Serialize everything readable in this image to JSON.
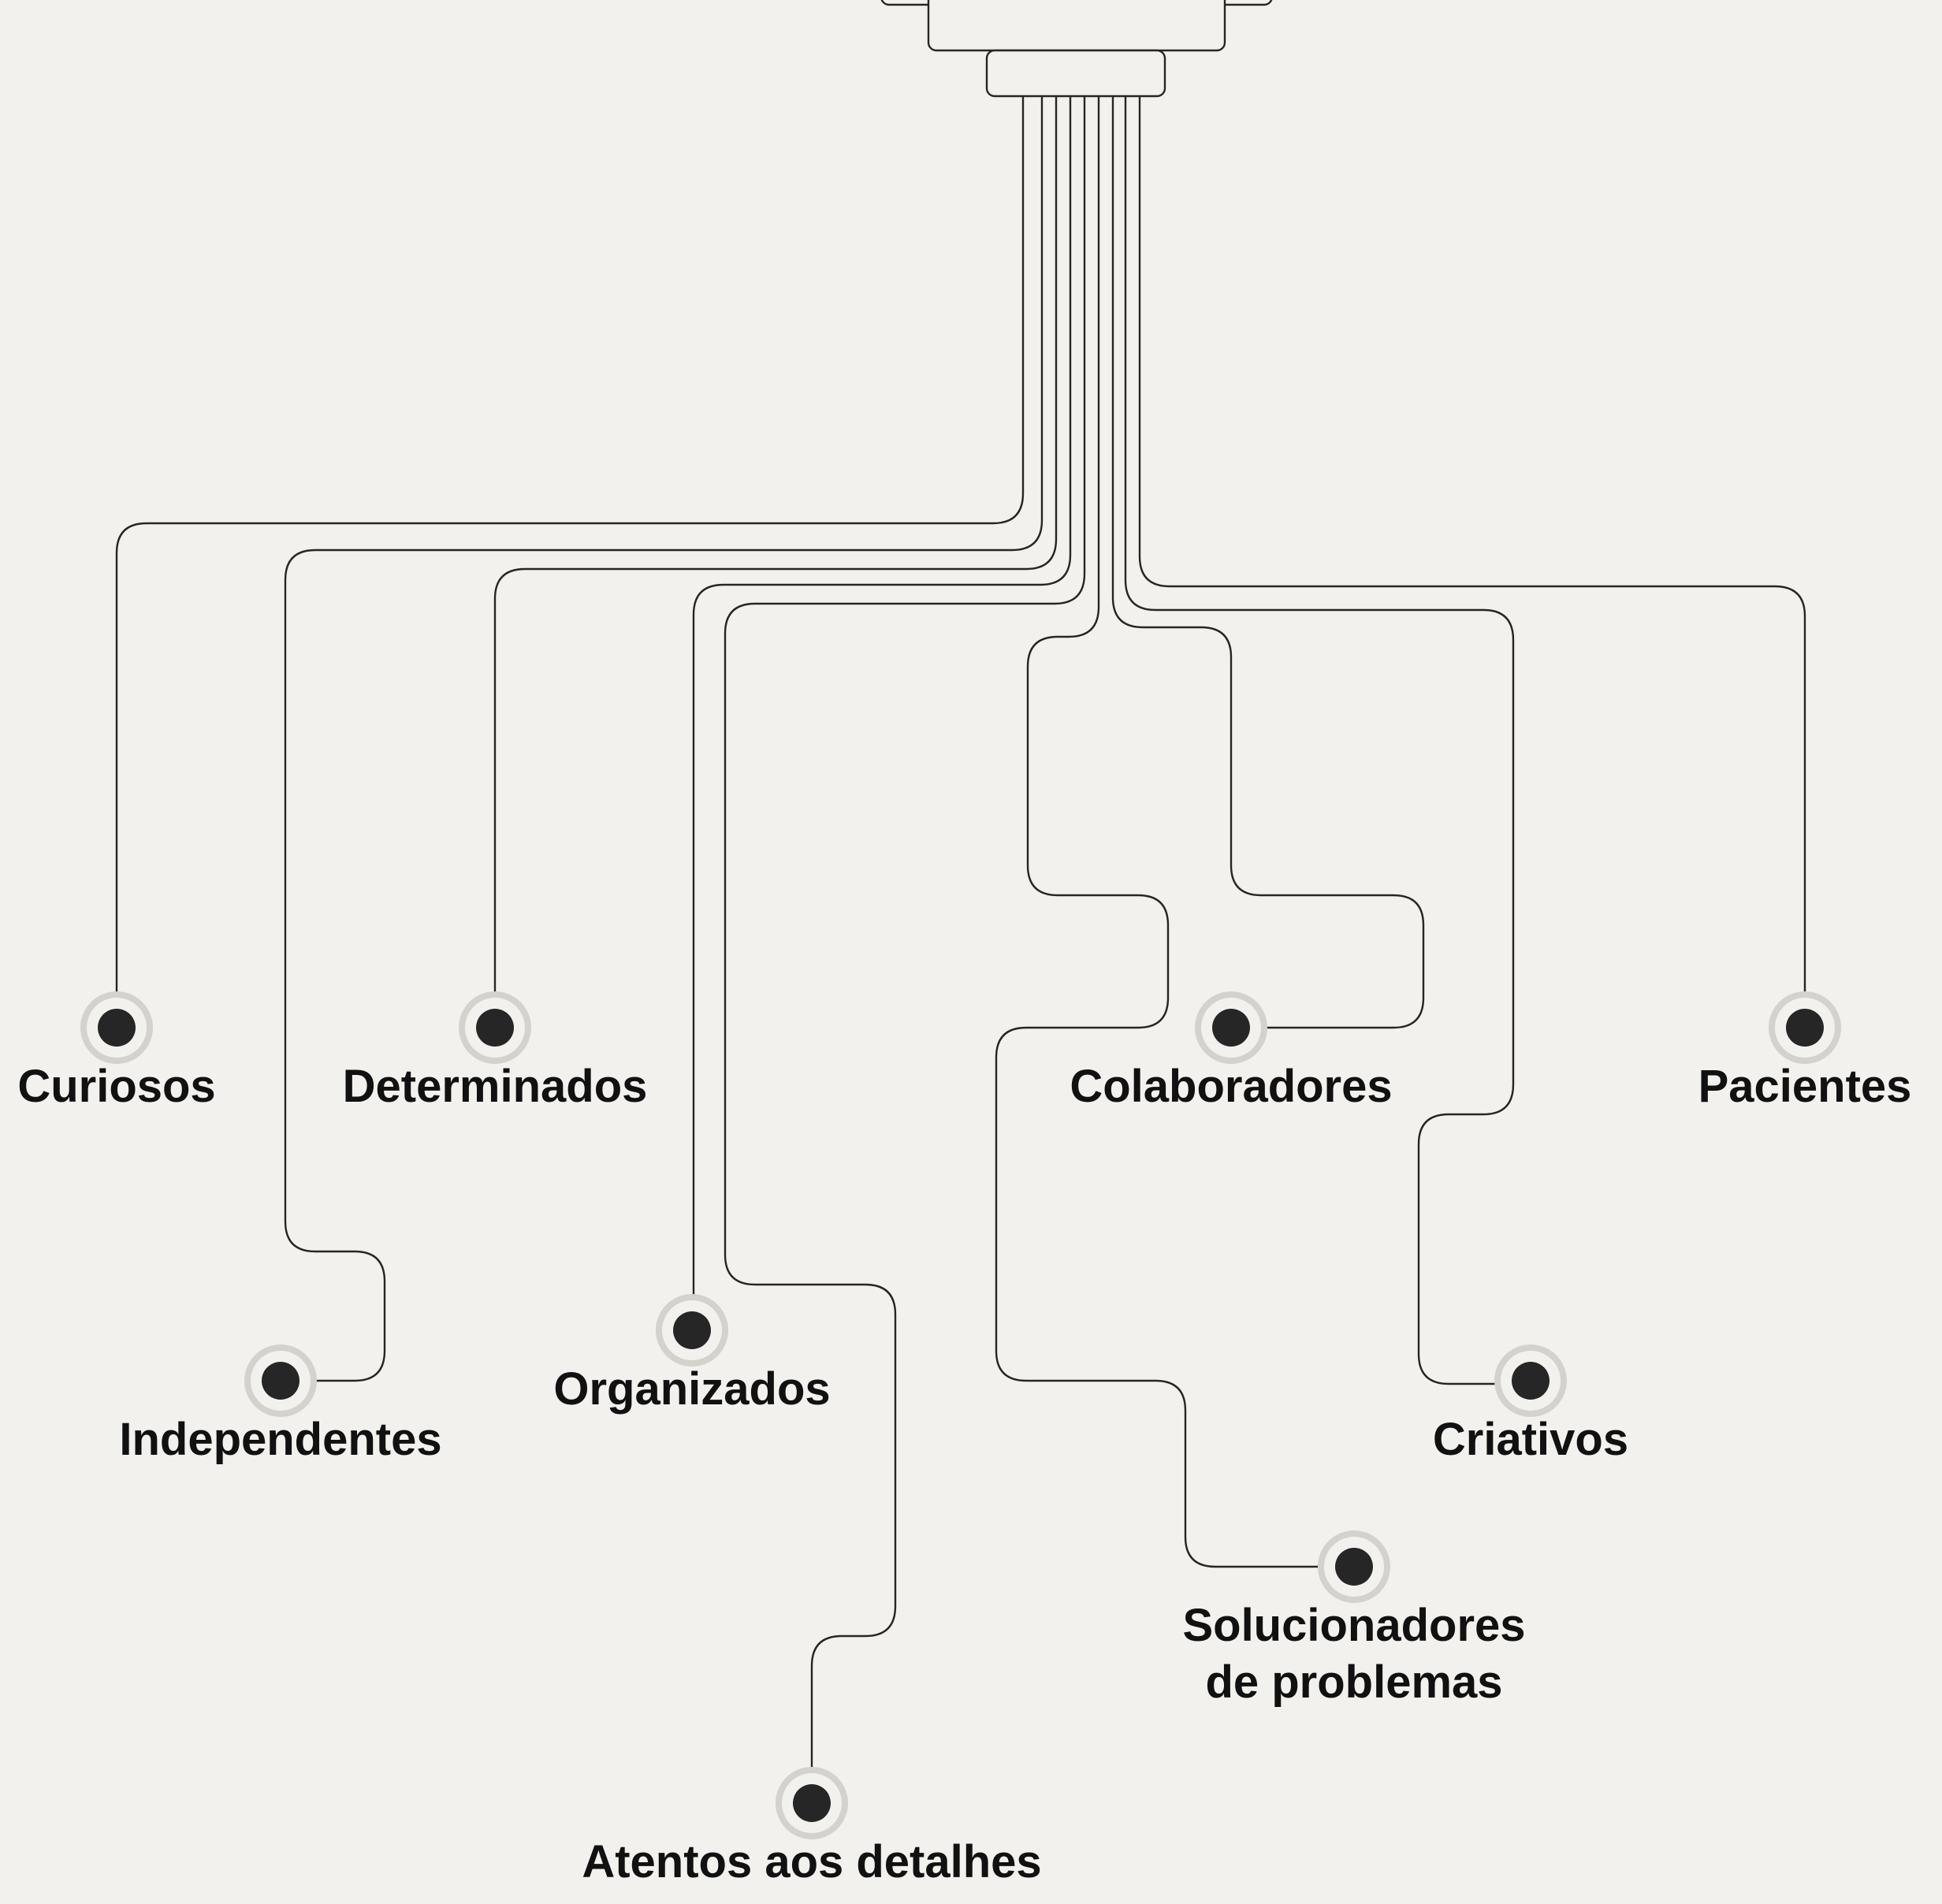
{
  "colors": {
    "background": "#f2f1ed",
    "line": "#262626",
    "node": "#262626",
    "halo": "#d3d2cd",
    "text": "#111111"
  },
  "connector": {
    "name": "connector-plug-icon"
  },
  "nodes": [
    {
      "id": "curiosos",
      "lines": [
        "Curiosos"
      ]
    },
    {
      "id": "independentes",
      "lines": [
        "Independentes"
      ]
    },
    {
      "id": "determinados",
      "lines": [
        "Determinados"
      ]
    },
    {
      "id": "organizados",
      "lines": [
        "Organizados"
      ]
    },
    {
      "id": "atentos",
      "lines": [
        "Atentos aos detalhes"
      ]
    },
    {
      "id": "solucionadores",
      "lines": [
        "Solucionadores",
        "de problemas"
      ]
    },
    {
      "id": "colaboradores",
      "lines": [
        "Colaboradores"
      ]
    },
    {
      "id": "criativos",
      "lines": [
        "Criativos"
      ]
    },
    {
      "id": "pacientes",
      "lines": [
        "Pacientes"
      ]
    }
  ]
}
